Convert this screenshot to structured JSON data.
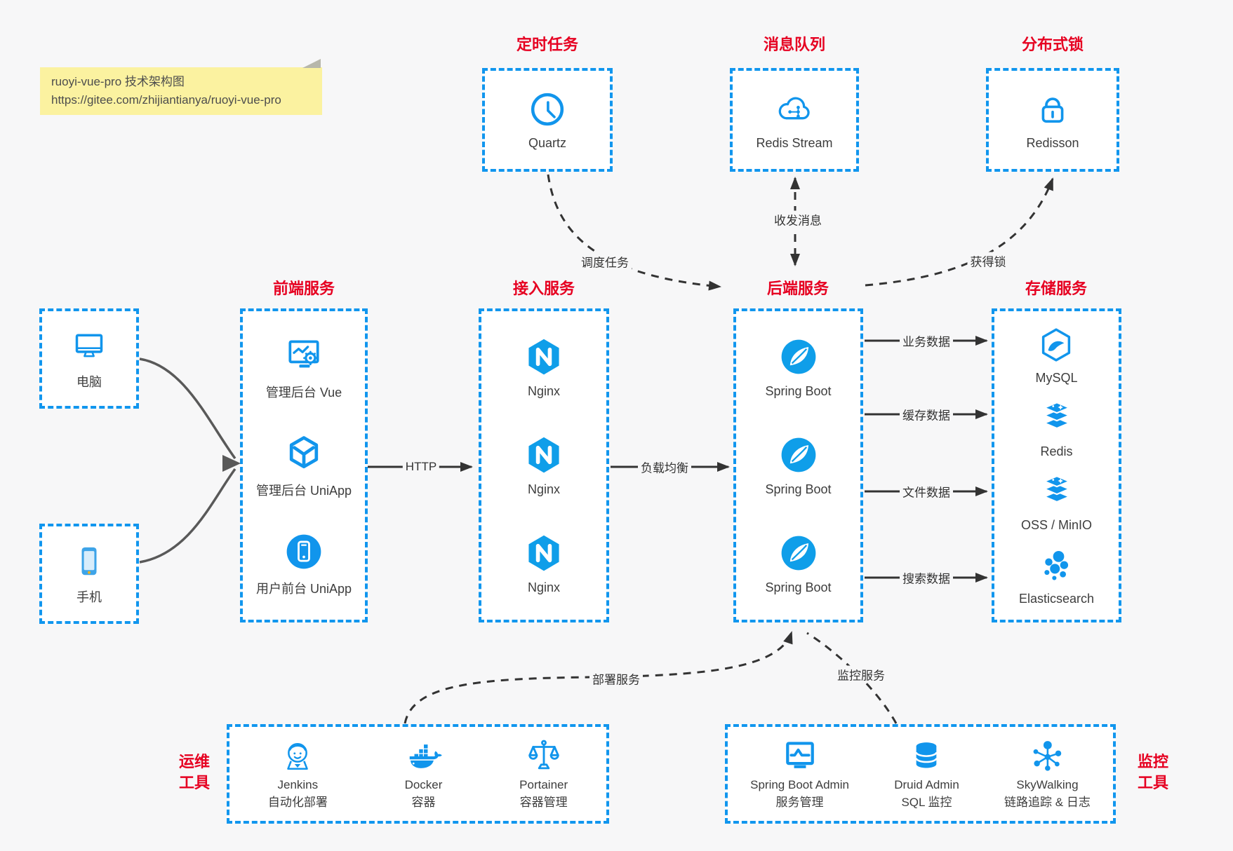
{
  "note": {
    "line1": "ruoyi-vue-pro 技术架构图",
    "line2": "https://gitee.com/zhijiantianya/ruoyi-vue-pro"
  },
  "colors": {
    "accent_blue": "#1196ee",
    "icon_blue": "#1195ec",
    "brand_blue_fill": "#0f9ee9",
    "title_red": "#e60021",
    "arrow_dark": "#333333",
    "arrow_gray": "#595959",
    "note_bg": "#fbf2a0",
    "page_bg": "#f7f7f8",
    "box_bg": "#ffffff",
    "label_text": "#3d3d3d"
  },
  "top_services": [
    {
      "title": "定时任务",
      "label": "Quartz",
      "icon": "clock-icon"
    },
    {
      "title": "消息队列",
      "label": "Redis Stream",
      "icon": "cloud-stream-icon"
    },
    {
      "title": "分布式锁",
      "label": "Redisson",
      "icon": "lock-icon"
    }
  ],
  "clients": [
    {
      "label": "电脑",
      "icon": "desktop-icon"
    },
    {
      "label": "手机",
      "icon": "phone-icon"
    }
  ],
  "columns": {
    "frontend": {
      "title": "前端服务",
      "items": [
        {
          "label": "管理后台 Vue",
          "icon": "admin-vue-icon"
        },
        {
          "label": "管理后台 UniApp",
          "icon": "uniapp-cube-icon"
        },
        {
          "label": "用户前台 UniApp",
          "icon": "user-app-icon"
        }
      ]
    },
    "gateway": {
      "title": "接入服务",
      "items": [
        {
          "label": "Nginx",
          "icon": "nginx-icon"
        },
        {
          "label": "Nginx",
          "icon": "nginx-icon"
        },
        {
          "label": "Nginx",
          "icon": "nginx-icon"
        }
      ]
    },
    "backend": {
      "title": "后端服务",
      "items": [
        {
          "label": "Spring Boot",
          "icon": "spring-boot-icon"
        },
        {
          "label": "Spring Boot",
          "icon": "spring-boot-icon"
        },
        {
          "label": "Spring Boot",
          "icon": "spring-boot-icon"
        }
      ]
    },
    "storage": {
      "title": "存储服务",
      "items": [
        {
          "label": "MySQL",
          "icon": "mysql-icon"
        },
        {
          "label": "Redis",
          "icon": "redis-stack-icon"
        },
        {
          "label": "OSS / MinIO",
          "icon": "redis-stack-icon"
        },
        {
          "label": "Elasticsearch",
          "icon": "elasticsearch-icon"
        }
      ]
    }
  },
  "edges": {
    "http": "HTTP",
    "load_balance": "负载均衡",
    "schedule": "调度任务",
    "messages": "收发消息",
    "lock": "获得锁",
    "business_data": "业务数据",
    "cache_data": "缓存数据",
    "file_data": "文件数据",
    "search_data": "搜索数据",
    "deploy": "部署服务",
    "monitor": "监控服务"
  },
  "ops": {
    "title_line1": "运维",
    "title_line2": "工具",
    "items": [
      {
        "name": "Jenkins",
        "desc": "自动化部署",
        "icon": "jenkins-icon"
      },
      {
        "name": "Docker",
        "desc": "容器",
        "icon": "docker-whale-icon"
      },
      {
        "name": "Portainer",
        "desc": "容器管理",
        "icon": "scales-icon"
      }
    ]
  },
  "monitoring": {
    "title_line1": "监控",
    "title_line2": "工具",
    "items": [
      {
        "name": "Spring Boot Admin",
        "desc": "服务管理",
        "icon": "monitor-chart-icon"
      },
      {
        "name": "Druid Admin",
        "desc": "SQL 监控",
        "icon": "database-icon"
      },
      {
        "name": "SkyWalking",
        "desc": "链路追踪 & 日志",
        "icon": "topology-icon"
      }
    ]
  }
}
